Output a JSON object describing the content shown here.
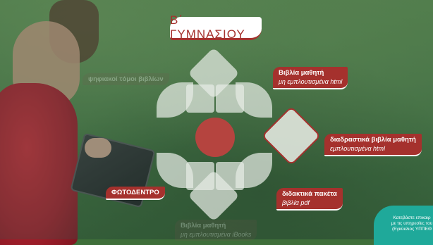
{
  "title": "Β΄ ΓΥΜΝΑΣΙΟΥ",
  "links": {
    "student_books": {
      "title": "Βιβλία μαθητή",
      "sub": "μη εμπλουτισμένα html"
    },
    "interactive_books": {
      "title": "διαδραστικά βιβλία μαθητή",
      "sub": "εμπλουτισμένα html"
    },
    "didactic_packages": {
      "title": "διδακτικά πακέτα",
      "sub": "βιβλία pdf"
    },
    "photodendro": {
      "title": "ΦΩΤΟΔΕΝΤΡΟ"
    },
    "teacher_books_faded": {
      "title": "ψηφιακοί τόμοι βιβλίων"
    },
    "student_ibooks_faded": {
      "title": "Βιβλία μαθητή",
      "sub": "μη εμπλουτισμένα iBooks"
    }
  },
  "notice": {
    "line1": "Κατεβάστε επικαιρ",
    "line2": "με τις υπηρεσίες του",
    "line3": "(Εγκύκλιος ΥΠΠΕΘ"
  },
  "colors": {
    "accent": "#a5312d",
    "center": "#b5443f",
    "notice": "#1fa99a"
  }
}
